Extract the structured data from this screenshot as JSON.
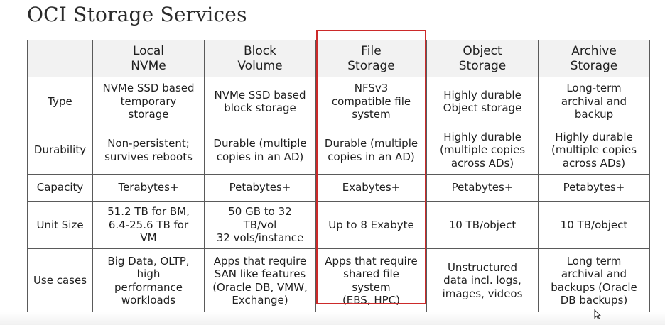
{
  "title": "OCI Storage Services",
  "columns": [
    "",
    "Local\nNVMe",
    "Block\nVolume",
    "File\nStorage",
    "Object\nStorage",
    "Archive\nStorage"
  ],
  "rows": [
    {
      "label": "Type",
      "cells": [
        "NVMe SSD based\ntemporary\nstorage",
        "NVMe SSD based\nblock storage",
        "NFSv3\ncompatible file\nsystem",
        "Highly durable\nObject storage",
        "Long-term\narchival and\nbackup"
      ]
    },
    {
      "label": "Durability",
      "cells": [
        "Non-persistent;\nsurvives reboots",
        "Durable (multiple\ncopies in an AD)",
        "Durable (multiple\ncopies in an AD)",
        "Highly durable\n(multiple copies\nacross ADs)",
        "Highly durable\n(multiple copies\nacross ADs)"
      ]
    },
    {
      "label": "Capacity",
      "cells": [
        "Terabytes+",
        "Petabytes+",
        "Exabytes+",
        "Petabytes+",
        "Petabytes+"
      ]
    },
    {
      "label": "Unit Size",
      "cells": [
        "51.2 TB for BM,\n6.4-25.6 TB for\nVM",
        "50 GB to 32\nTB/vol\n32 vols/instance",
        "Up to 8 Exabyte",
        "10 TB/object",
        "10 TB/object"
      ]
    },
    {
      "label": "Use cases",
      "cells": [
        "Big Data, OLTP,\nhigh\nperformance\nworkloads",
        "Apps that require\nSAN like features\n(Oracle DB, VMW,\nExchange)",
        "Apps that require\nshared file\nsystem\n(EBS, HPC)",
        "Unstructured\ndata incl. logs,\nimages, videos",
        "Long term\narchival and\nbackups (Oracle\nDB backups)"
      ]
    }
  ],
  "colors": {
    "highlight": "#cc2a2a",
    "border": "#5a5a5a",
    "text": "#1e1e1e",
    "header_bg": "#f2f2f2"
  },
  "icons": {
    "cursor": "mouse-pointer-icon"
  }
}
